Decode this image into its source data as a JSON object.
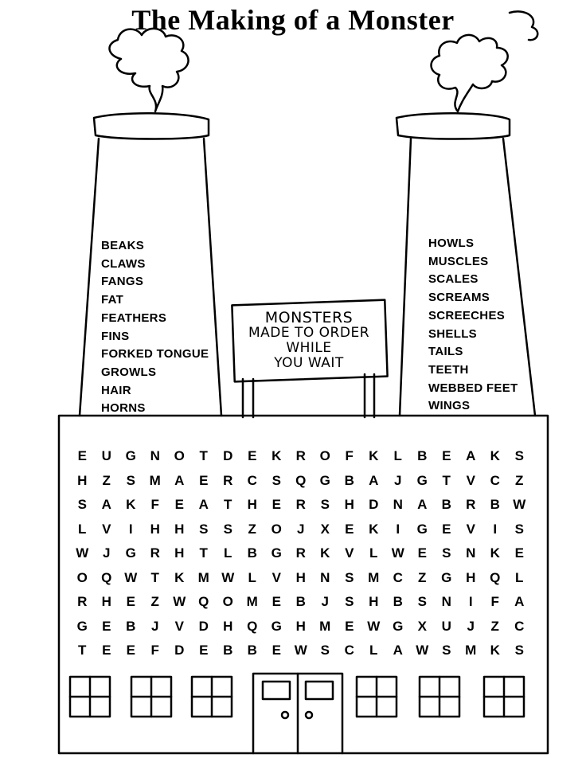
{
  "title": "The Making of a Monster",
  "left_words": [
    "BEAKS",
    "CLAWS",
    "FANGS",
    "FAT",
    "FEATHERS",
    "FINS",
    "FORKED TONGUE",
    "GROWLS",
    "HAIR",
    "HORNS"
  ],
  "right_words": [
    "HOWLS",
    "MUSCLES",
    "SCALES",
    "SCREAMS",
    "SCREECHES",
    "SHELLS",
    "TAILS",
    "TEETH",
    "WEBBED FEET",
    "WINGS"
  ],
  "sign": {
    "line1": "MONSTERS",
    "line2": "MADE TO ORDER",
    "line3": "WHILE",
    "line4": "YOU WAIT"
  },
  "grid": [
    [
      "E",
      "U",
      "G",
      "N",
      "O",
      "T",
      "D",
      "E",
      "K",
      "R",
      "O",
      "F",
      "K",
      "L",
      "B",
      "E",
      "A",
      "K",
      "S"
    ],
    [
      "H",
      "Z",
      "S",
      "M",
      "A",
      "E",
      "R",
      "C",
      "S",
      "Q",
      "G",
      "B",
      "A",
      "J",
      "G",
      "T",
      "V",
      "C",
      "Z"
    ],
    [
      "S",
      "A",
      "K",
      "F",
      "E",
      "A",
      "T",
      "H",
      "E",
      "R",
      "S",
      "H",
      "D",
      "N",
      "A",
      "B",
      "R",
      "B",
      "W"
    ],
    [
      "L",
      "V",
      "I",
      "H",
      "H",
      "S",
      "S",
      "Z",
      "O",
      "J",
      "X",
      "E",
      "K",
      "I",
      "G",
      "E",
      "V",
      "I",
      "S"
    ],
    [
      "W",
      "J",
      "G",
      "R",
      "H",
      "T",
      "L",
      "B",
      "G",
      "R",
      "K",
      "V",
      "L",
      "W",
      "E",
      "S",
      "N",
      "K",
      "E"
    ],
    [
      "O",
      "Q",
      "W",
      "T",
      "K",
      "M",
      "W",
      "L",
      "V",
      "H",
      "N",
      "S",
      "M",
      "C",
      "Z",
      "G",
      "H",
      "Q",
      "L"
    ],
    [
      "R",
      "H",
      "E",
      "Z",
      "W",
      "Q",
      "O",
      "M",
      "E",
      "B",
      "J",
      "S",
      "H",
      "B",
      "S",
      "N",
      "I",
      "F",
      "A"
    ],
    [
      "G",
      "E",
      "B",
      "J",
      "V",
      "D",
      "H",
      "Q",
      "G",
      "H",
      "M",
      "E",
      "W",
      "G",
      "X",
      "U",
      "J",
      "Z",
      "C"
    ],
    [
      "T",
      "E",
      "E",
      "F",
      "D",
      "E",
      "B",
      "B",
      "E",
      "W",
      "S",
      "C",
      "L",
      "A",
      "W",
      "S",
      "M",
      "K",
      "S"
    ]
  ]
}
